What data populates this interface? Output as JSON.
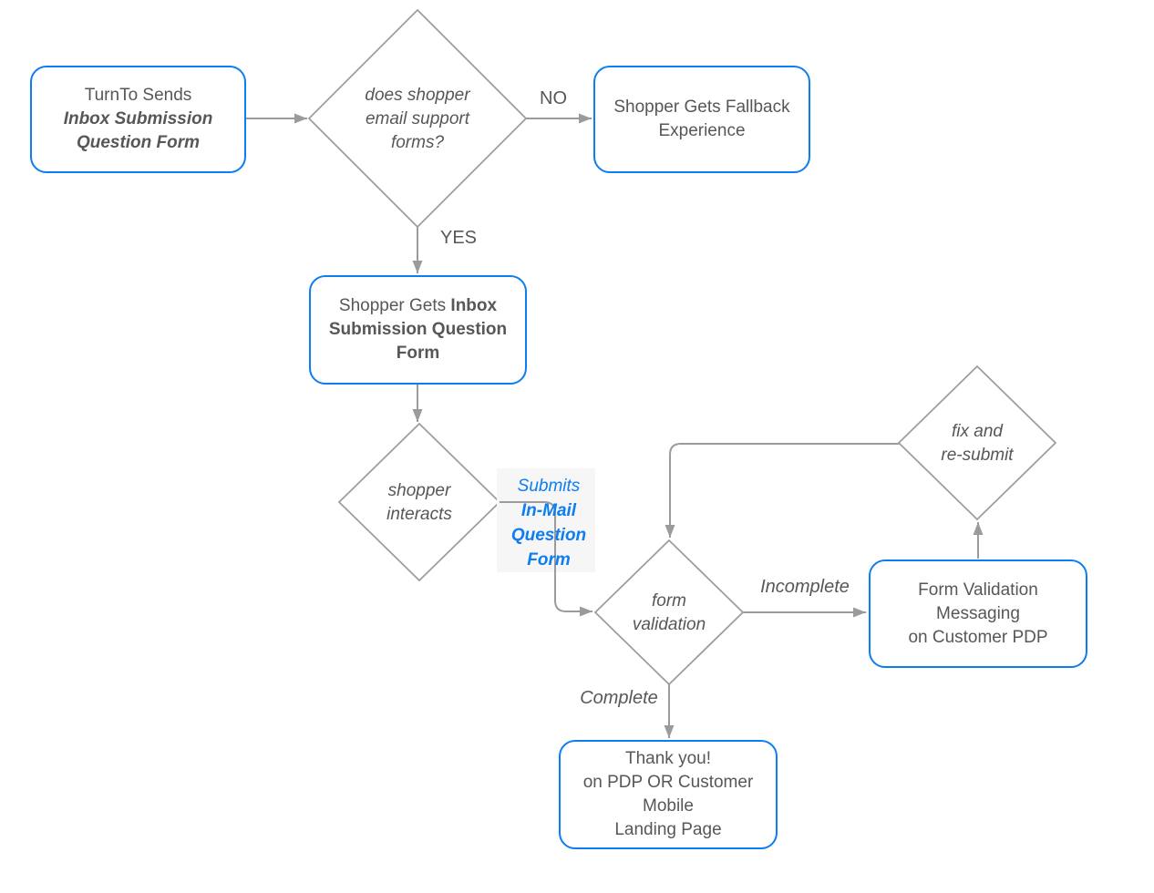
{
  "diagram": {
    "nodes": {
      "turnto_sends": {
        "line1": "TurnTo Sends",
        "line2": "Inbox Submission Question Form"
      },
      "email_support_decision": {
        "lines": [
          "does shopper",
          "email support",
          "forms?"
        ]
      },
      "fallback": {
        "lines": [
          "Shopper Gets Fallback",
          "Experience"
        ]
      },
      "inbox_form": {
        "regular": "Shopper Gets ",
        "bold": "Inbox Submission Question Form"
      },
      "shopper_interacts": {
        "lines": [
          "shopper",
          "interacts"
        ]
      },
      "form_validation": {
        "lines": [
          "form",
          "validation"
        ]
      },
      "fix_resubmit": {
        "lines": [
          "fix and",
          "re-submit"
        ]
      },
      "validation_messaging": {
        "lines": [
          "Form Validation",
          "Messaging",
          "on Customer PDP"
        ]
      },
      "thank_you": {
        "lines": [
          "Thank you!",
          "on PDP OR Customer",
          "Mobile",
          "Landing Page"
        ]
      }
    },
    "edge_labels": {
      "no": "NO",
      "yes": "YES",
      "incomplete": "Incomplete",
      "complete": "Complete",
      "submits": {
        "regular": "Submits",
        "bold_lines": [
          "In-Mail",
          "Question",
          "Form"
        ]
      }
    },
    "colors": {
      "node_border": "#0d7df2",
      "link_text": "#0d7df2",
      "line": "#9b9b9b",
      "text": "#575757",
      "label_bg": "#f6f6f6"
    }
  }
}
